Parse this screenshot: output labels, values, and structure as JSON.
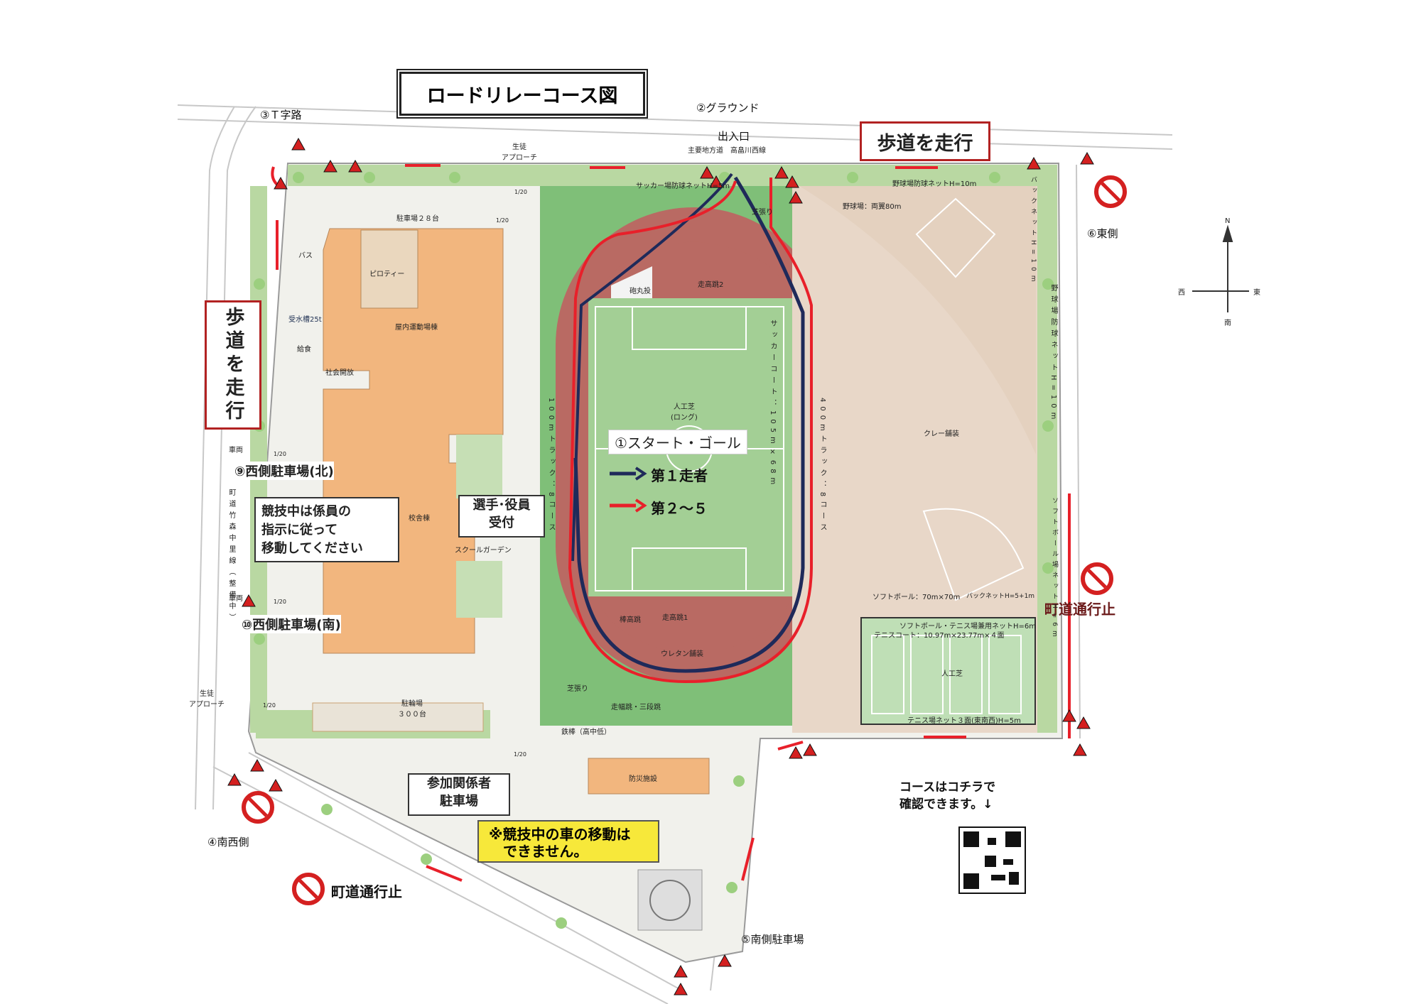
{
  "title": "ロードリレーコース図",
  "sidewalk_label_top": "歩道を走行",
  "sidewalk_label_left": "歩道を走行",
  "points": {
    "p1": "①スタート・ゴール",
    "p2": "②グラウンド",
    "p2_sub": "出入口",
    "p3": "③Ｔ字路",
    "p4": "④南西側",
    "p5": "⑤南側駐車場",
    "p6": "⑥東側",
    "p9": "⑨西側駐車場(北)",
    "p10": "⑩西側駐車場(南)"
  },
  "legend": {
    "runner1": "第１走者",
    "runner2_5": "第２～５",
    "runner1_color": "#1f2a5a",
    "runner2_5_color": "#e8202a"
  },
  "notices": {
    "staff": [
      "競技中は係員の",
      "指示に従って",
      "移動してください"
    ],
    "reception": [
      "選手･役員",
      "受付"
    ],
    "parking": [
      "参加関係者",
      "駐車場"
    ],
    "no_car": [
      "※競技中の車の移動は",
      "できません。"
    ],
    "road_closed_east": "町道通行止",
    "road_closed_south": "町道通行止",
    "qr_text": [
      "コースはコチラで",
      "確認できます。↓"
    ]
  },
  "facility_labels": {
    "main_road": "主要地方道　高畠川西線",
    "student_approach_top": [
      "生徒",
      "アプローチ"
    ],
    "student_approach_bottom": [
      "生徒",
      "アプローチ"
    ],
    "parking28": "駐車場２８台",
    "bus": "バス",
    "piloti": "ピロティー",
    "indoor_gym": "屋内運動場棟",
    "kyushoku": "給食",
    "shakai_kaiho": "社会開放",
    "school_building": "校舎棟",
    "school_garden": "スクールガーデン",
    "bicycle_parking": [
      "駐輪場",
      "３００台"
    ],
    "bousai": "防災施設",
    "shot_put": "砲丸投",
    "high_jump2": "走高跳2",
    "high_jump1": "走高跳1",
    "pole_vault": "棒高跳",
    "urethane": "ウレタン舗装",
    "artificial_turf_long": [
      "人工芝",
      "(ロング)"
    ],
    "soccer_court": "サッカーコート：105m×68m",
    "track400": "400mトラック：8コース",
    "track100": "100mトラック：8コース",
    "turf": "芝張り",
    "turf2": "芝張り",
    "long_jump": "走幅跳・三段跳",
    "iron_bar": "鉄棒（高中低）",
    "soccer_net": "サッカー場防球ネットH=5m",
    "baseball_net_top": "野球場防球ネットH=10m",
    "baseball_field": "野球場：両翼80m",
    "baseball_net_side": "野球場防球ネットH=10m",
    "backnet": "バックネットH=10m",
    "clay": "クレー舗装",
    "softball": "ソフトボール：70m×70m",
    "softball_backnet": "バックネットH=5+1m",
    "softball_net": "ソフトボール場ネットH=6m",
    "tennis_net_top": "ソフトボール・テニス場兼用ネットH=6m",
    "tennis_court": "テニスコート：10.97m×23.77m×４面",
    "artificial_turf": "人工芝",
    "tennis_net_bottom": "テニス場ネット３面(東南西)H=5m",
    "town_road": "町道竹森中里線（整備中）",
    "car_gate_n": "車両",
    "car_gate_s": "車両",
    "slope_a": "1/20",
    "slope_b": "1/20",
    "slope_c": "1/20",
    "slope_d": "1/20",
    "slope_e": "1/20",
    "slope_f": "1/20",
    "water_tank": "受水槽25t"
  },
  "compass": {
    "n": "N",
    "e": "東",
    "w": "西",
    "s": "南"
  }
}
